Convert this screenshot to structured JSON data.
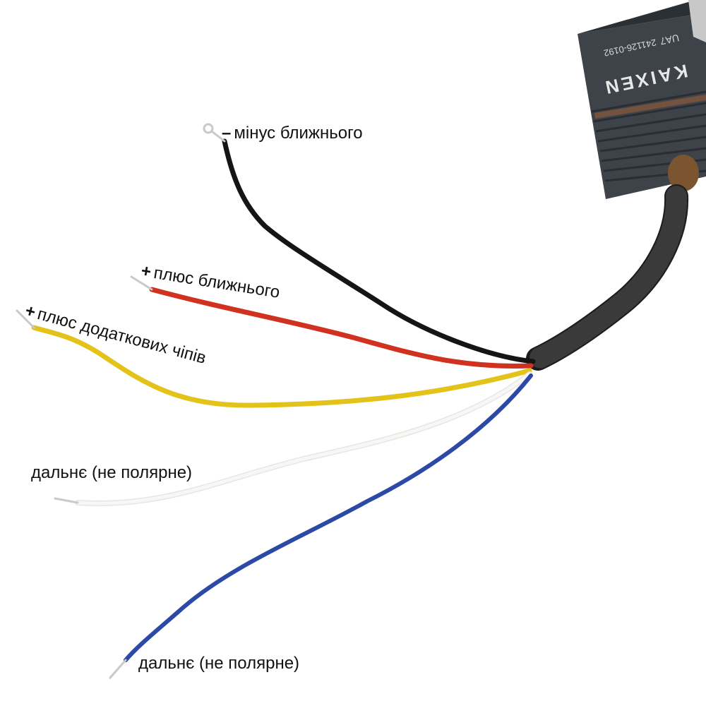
{
  "colors": {
    "background": "#ffffff",
    "wire_black": "#151515",
    "wire_red": "#d0321f",
    "wire_yellow": "#e3c21a",
    "wire_white": "#f2f2f0",
    "wire_blue": "#2c49a6",
    "sleeve": "#1c1c1c",
    "module_body": "#3d4349",
    "conductor": "#c9c9c9"
  },
  "module": {
    "brand": "KAIXEN",
    "model": "UA7",
    "serial": "241126-0192"
  },
  "labels": {
    "minus_low": {
      "sign": "–",
      "text": "мінус ближнього"
    },
    "plus_low": {
      "sign": "+",
      "text": "плюс ближнього"
    },
    "plus_chips": {
      "sign": "+",
      "text": "плюс додаткових чіпів"
    },
    "high_beam_1": {
      "text": "дальнє (не полярне)"
    },
    "high_beam_2": {
      "text": "дальнє (не полярне)"
    }
  }
}
